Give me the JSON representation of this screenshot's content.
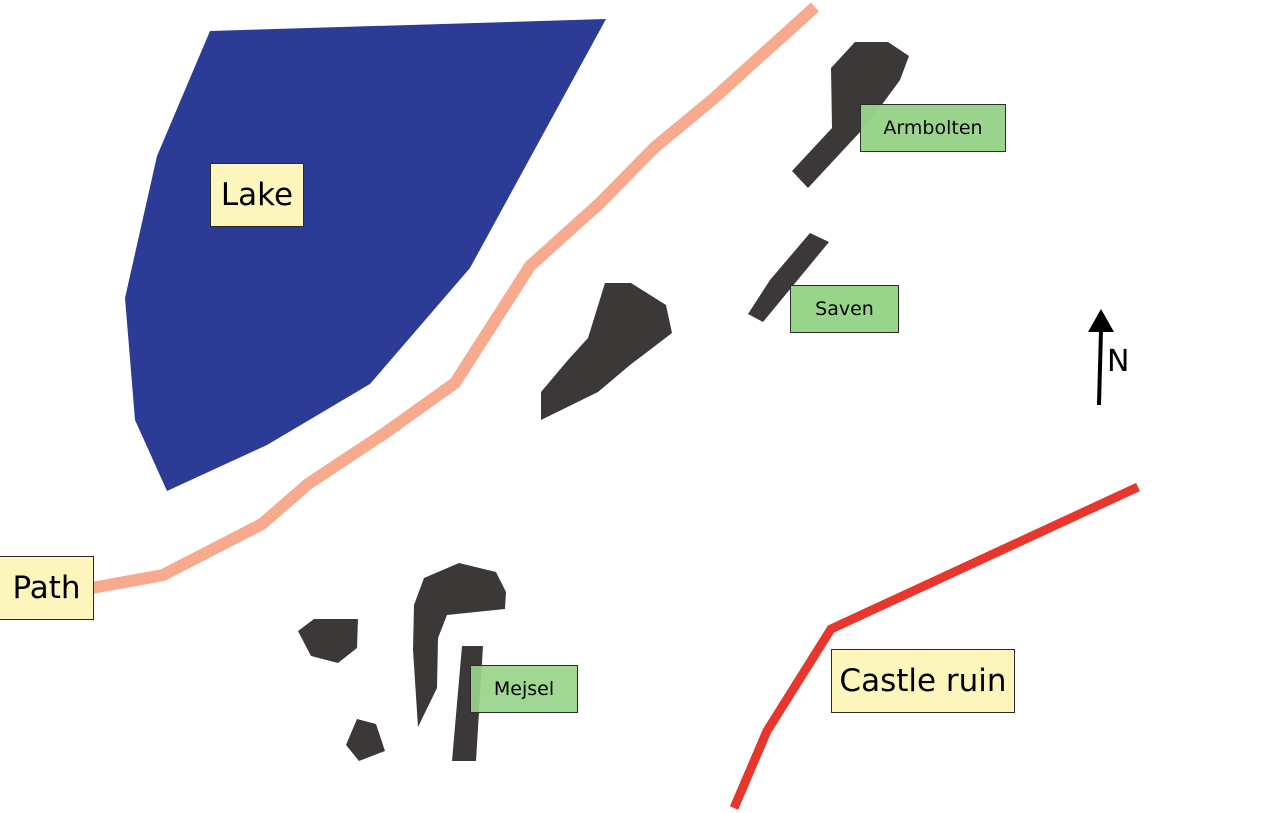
{
  "colors": {
    "lake": "#2c3b96",
    "path": "#f7aa8d",
    "castle_wall": "#e8362d",
    "rock": "#3d3838",
    "label_yellow": "#fcf6bd",
    "label_green": "#98d48a"
  },
  "labels": {
    "lake": "Lake",
    "path": "Path",
    "castle_ruin": "Castle ruin",
    "armbolten": "Armbolten",
    "saven": "Saven",
    "mejsel": "Mejsel"
  },
  "compass": {
    "letter": "N",
    "icon": "north-arrow-icon"
  }
}
